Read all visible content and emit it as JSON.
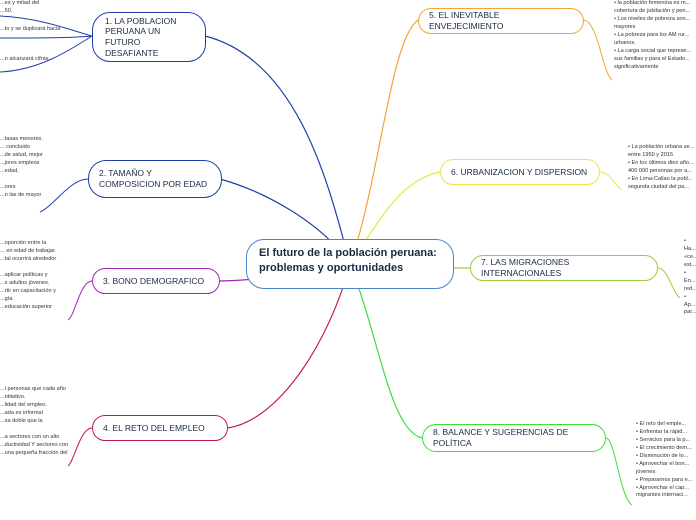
{
  "center": {
    "line1": "El futuro de la población peruana:",
    "line2": "problemas y oportunidades"
  },
  "branches": [
    {
      "id": "b1",
      "label": "1.     LA POBLACION\nPERUANA UN FUTURO\nDESAFIANTE",
      "color": "#1f3fa8"
    },
    {
      "id": "b2",
      "label": "2.     TAMAÑO Y\nCOMPOSICION POR EDAD",
      "color": "#1f3fa8"
    },
    {
      "id": "b3",
      "label": "3.     BONO DEMOGRAFICO",
      "color": "#9c27b0"
    },
    {
      "id": "b4",
      "label": "4.     EL RETO DEL EMPLEO",
      "color": "#c2185b"
    },
    {
      "id": "b5",
      "label": "5.     EL INEVITABLE ENVEJECIMIENTO",
      "color": "#f4a533"
    },
    {
      "id": "b6",
      "label": "6.     URBANIZACION Y DISPERSION",
      "color": "#e8e64a"
    },
    {
      "id": "b7",
      "label": "7.     LAS MIGRACIONES INTERNACIONALES",
      "color": "#9ccc3c"
    },
    {
      "id": "b8",
      "label": "8.     BALANCE Y SUGERENCIAS DE POLÍTICA",
      "color": "#3ddc3d"
    }
  ],
  "notes": {
    "n1a": "...es y mitad del\n...50.",
    "n1b": "...to y se duplicará hacia",
    "n1c": "...n alcanzará cifras",
    "n2": "...tasas  menores.\n... concluido\n...de salud, mejor\n...jores  empleos\n...edad,\n\n...ores\n...n las  de  mayor",
    "n3": "...oporción  entre  la\n... en  edad  de  trabajar.\n...tal ocurrirá alrededor\n\n...aplicar políticas y\n...s adultos jóvenes.\n...rtir  en  capacitación  y\n...gía\n...educación superior",
    "n4": "...l personas que cada año\n...ntitativo.\n...lidad del empleo.\n...ada es informal\n...sa doble que la\n\n...a sectores con un alto\n...ductividad Y  sectores con\n...una pequeña fracción del",
    "n5": "• la población femenina es m...\ncobertura de jubilación y pen...\n• Los niveles  de pobreza son...\nmayores\n• La pobreza para los AM rur...\nurbanos.\n• La carga social que represe...\nsus familias y para el Estado...\nsignificativamente",
    "n6": "• La población urbana se...\nentre 1950 y  2015\n• En los últimos diez año...\n400 000 personas por a...\n• En Lima-Callao la pobl...\nsegunda  ciudad  del  pa...",
    "n7": "• Ha...\n«ce...\nest...\n• En...\nred...\n• Ap...\npar...",
    "n8": "• El  reto  del  emple...\n• Enfrentar la  rápid...\n• Servicios para la p...\n• El crecimiento dem...\n• Disminución de lo...\n• Aprovechar  el  bon...\njóvenes\n• Prepararnos para e...\n• Aprovechar  el  cap...\nmigrantes  internaci..."
  }
}
